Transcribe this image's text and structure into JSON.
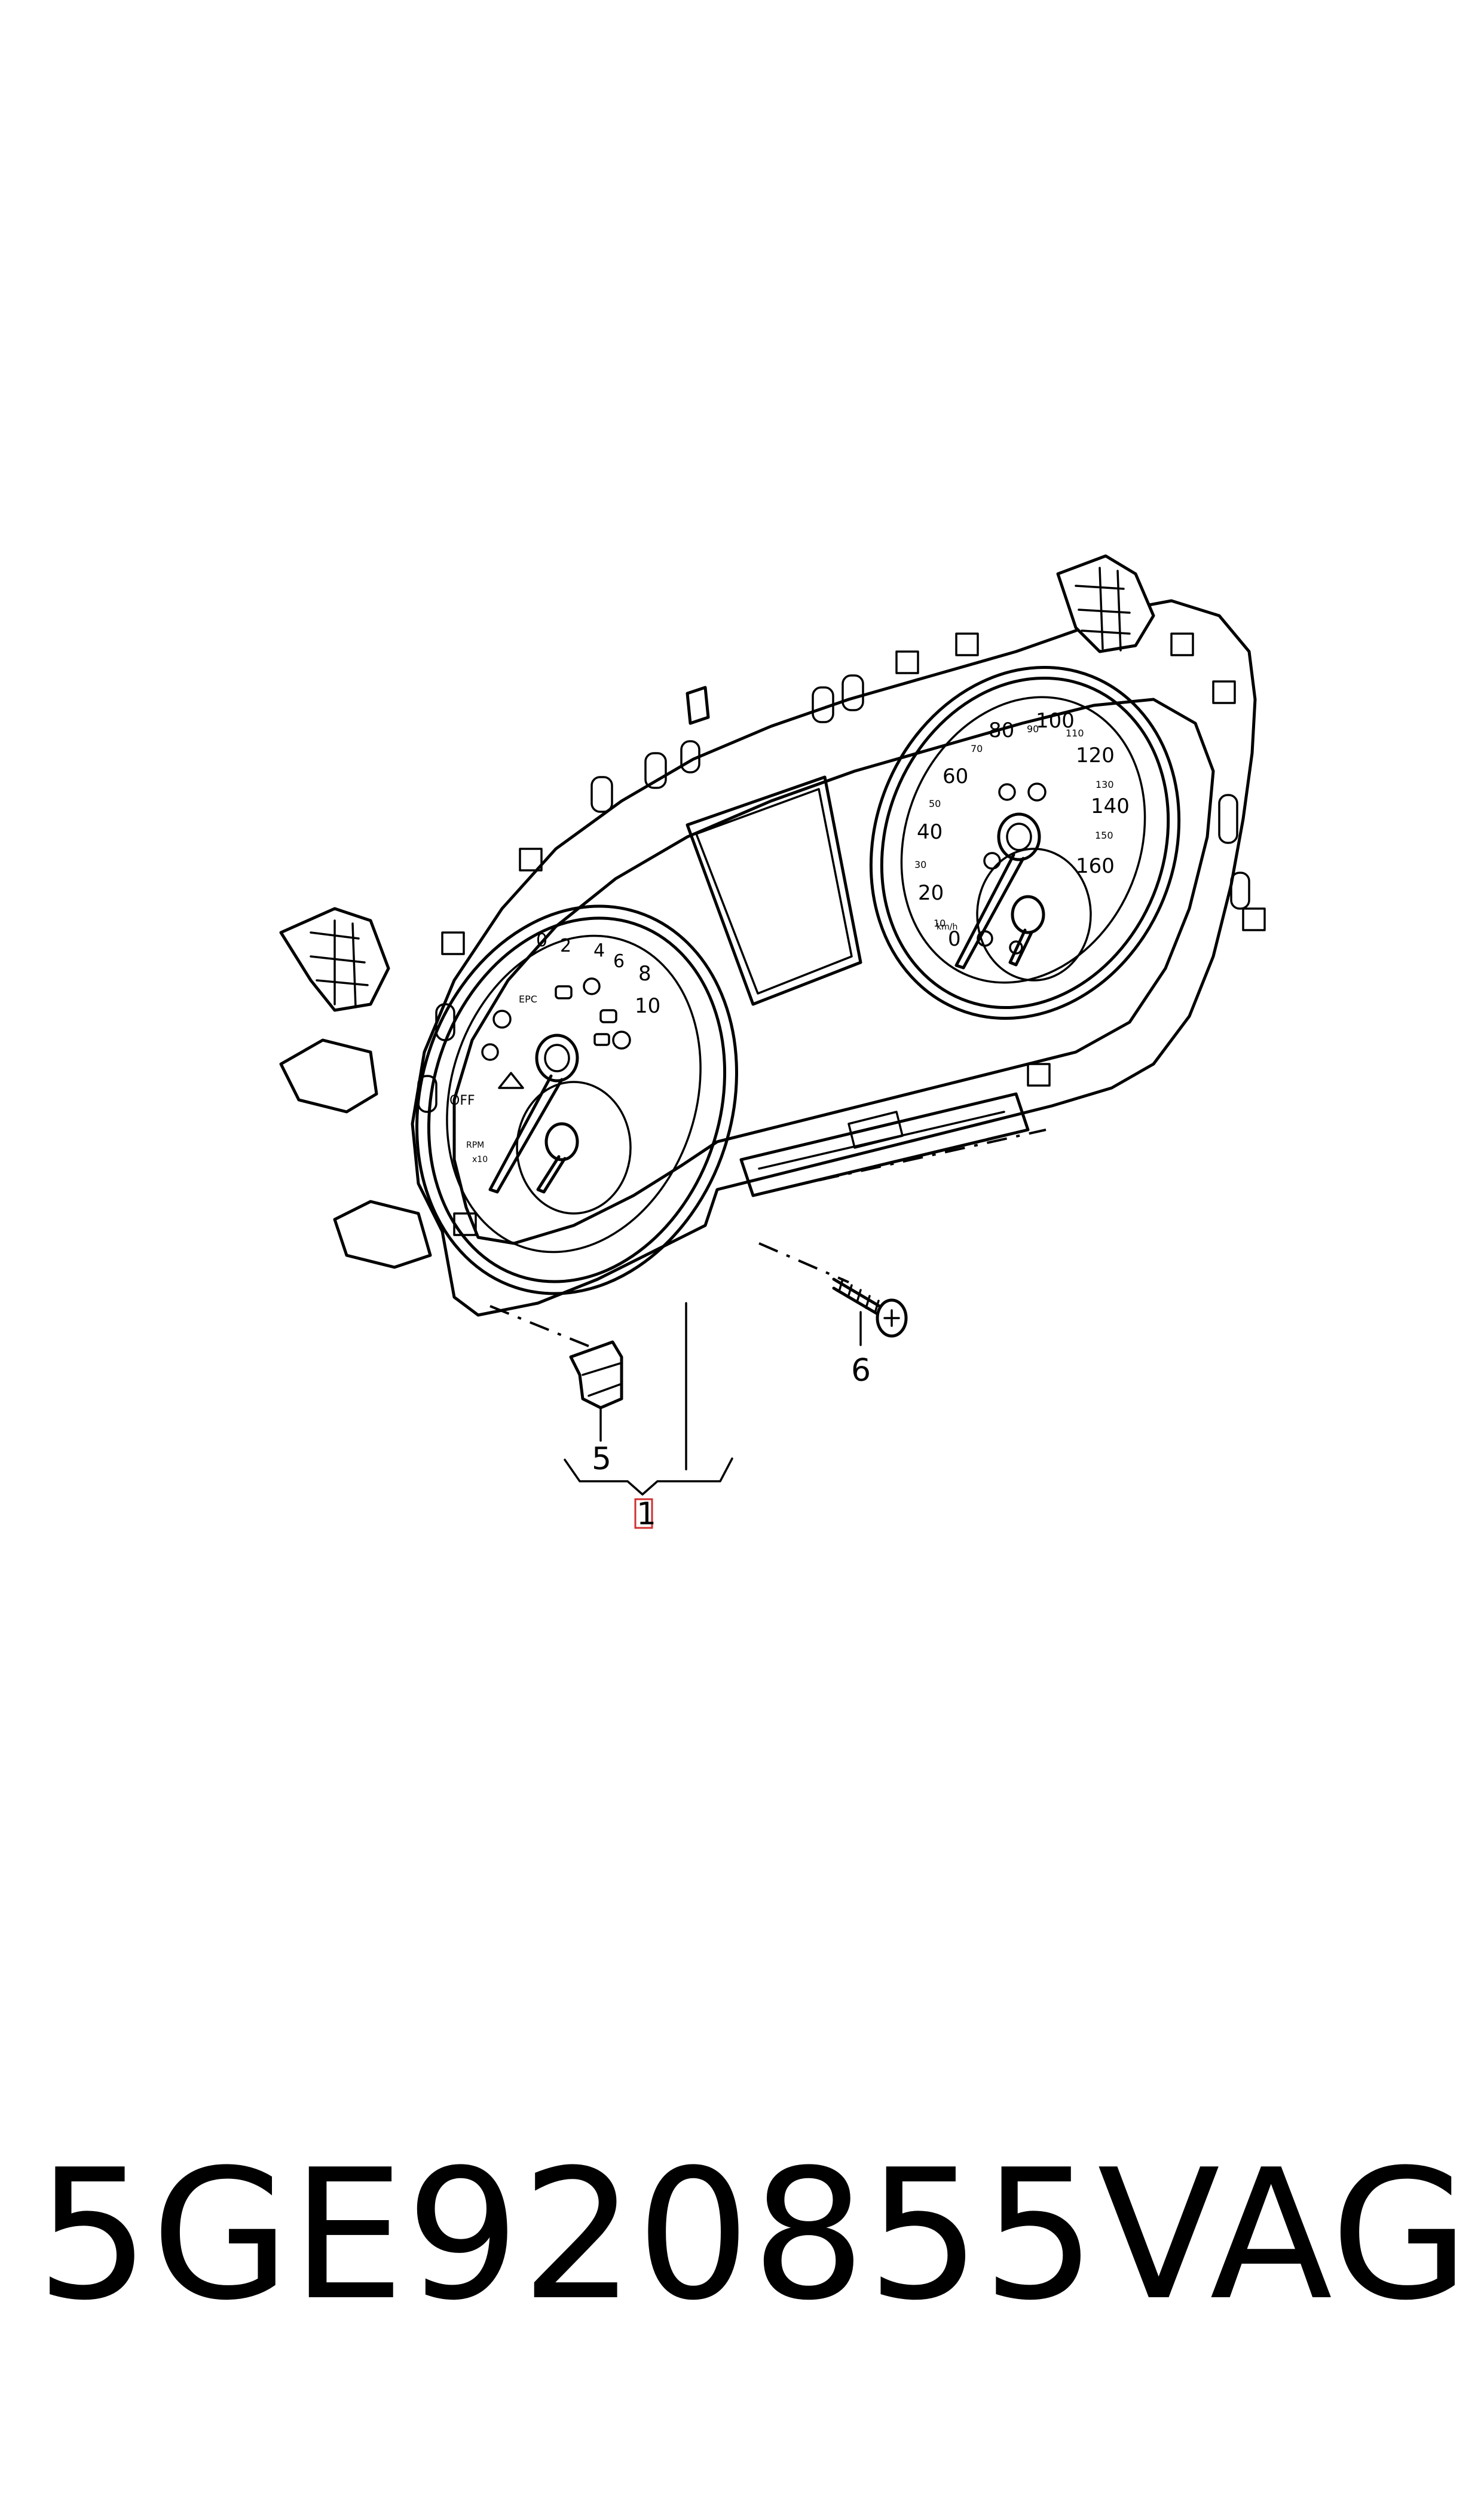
{
  "diagram": {
    "callouts": [
      "1",
      "5",
      "6"
    ],
    "tachometer": {
      "scale": [
        "0",
        "2",
        "4",
        "6",
        "8",
        "10"
      ],
      "labels": [
        "EPC",
        "OFF",
        "RPM",
        "x10"
      ]
    },
    "speedometer": {
      "scale_major": [
        "0",
        "20",
        "40",
        "60",
        "80",
        "100",
        "120",
        "140",
        "160"
      ],
      "scale_minor": [
        "10",
        "30",
        "50",
        "70",
        "90",
        "110",
        "130",
        "150"
      ],
      "unit": "km/h"
    }
  },
  "caption": {
    "part_number": "5GE920855",
    "brand": "VAG"
  }
}
